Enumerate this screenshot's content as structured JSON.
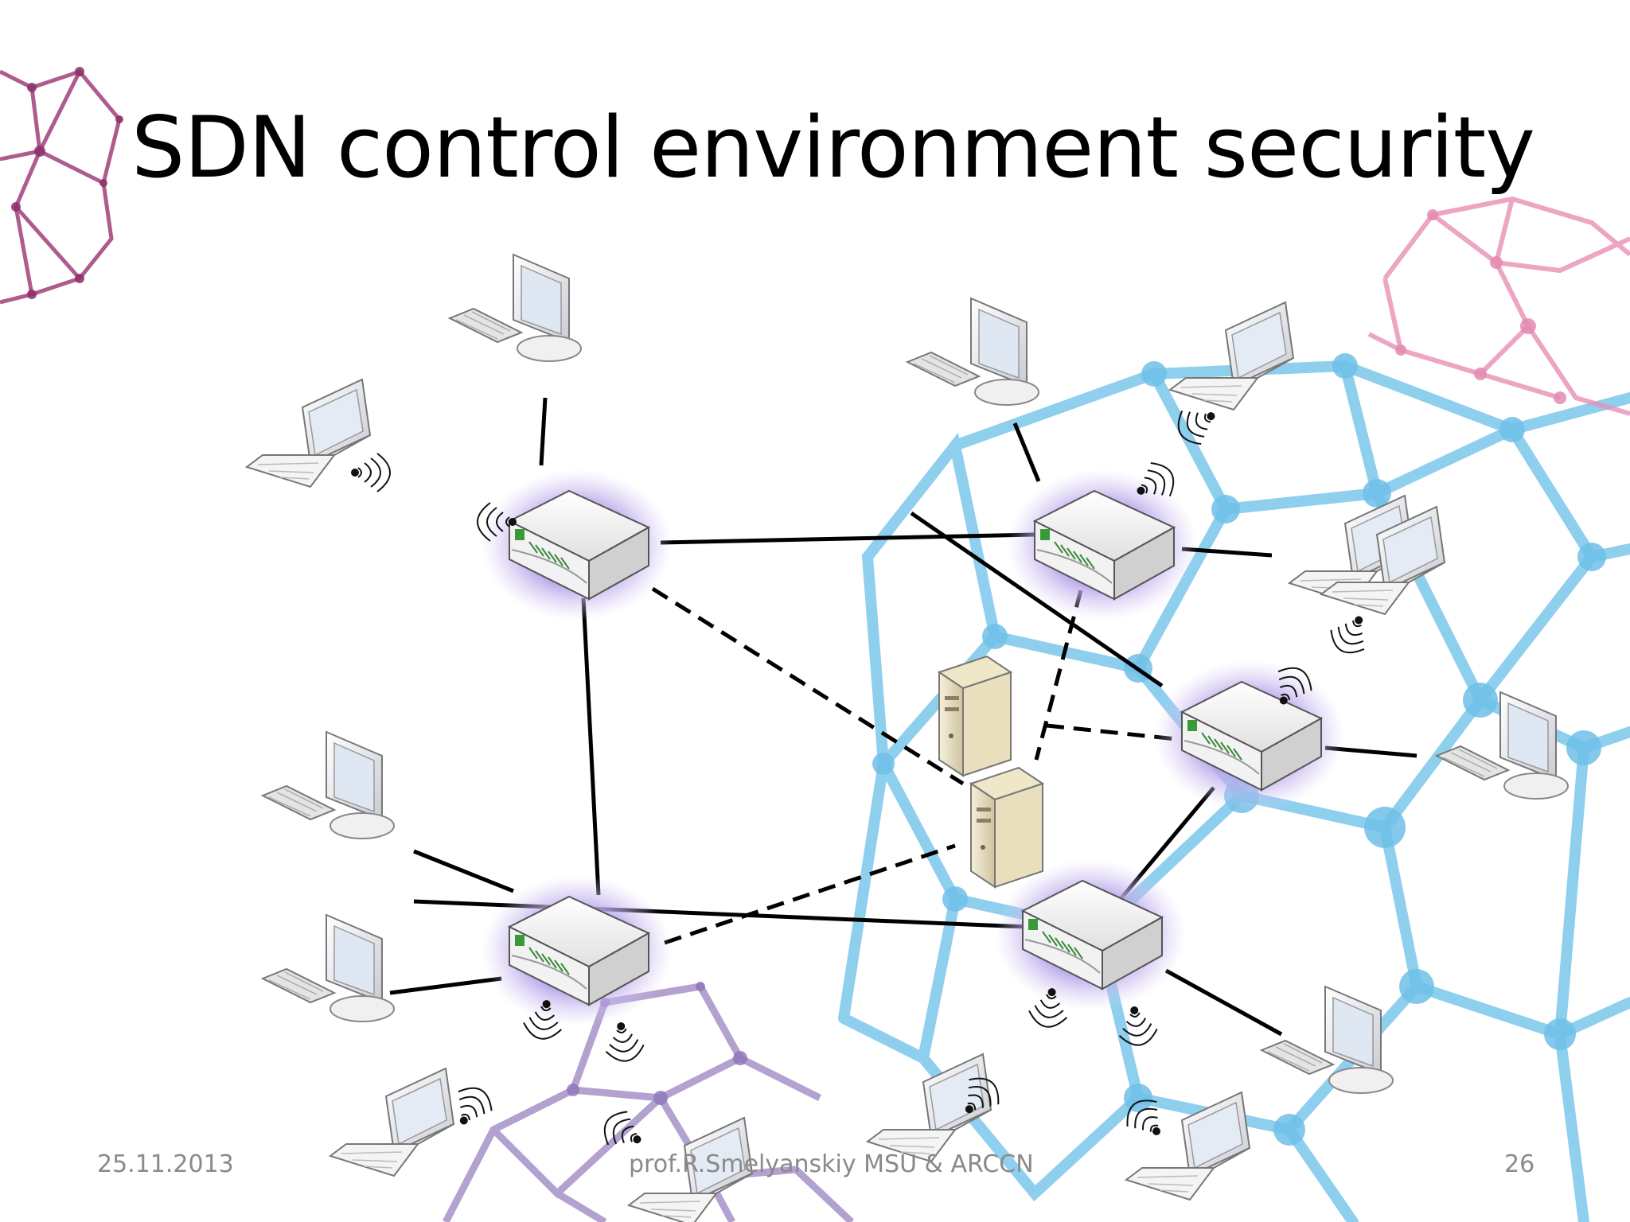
{
  "slide": {
    "title": "SDN control environment security",
    "footer": {
      "date": "25.11.2013",
      "author": "prof.R.Smelyanskiy MSU & ARCCN",
      "page": "26"
    }
  },
  "colors": {
    "background": "#ffffff",
    "title_text": "#000000",
    "footer_text": "#8a8a8a",
    "switch_glow": "#b9a8e6",
    "links": "#000000",
    "bg_sphere_blue": "#8fd0f0",
    "bg_sphere_pink": "#e07aa8",
    "bg_sphere_purple": "#7a5aa8"
  },
  "icons": [
    "switch-icon",
    "desktop-computer-icon",
    "laptop-icon",
    "server-icon",
    "wireless-signal-icon"
  ]
}
